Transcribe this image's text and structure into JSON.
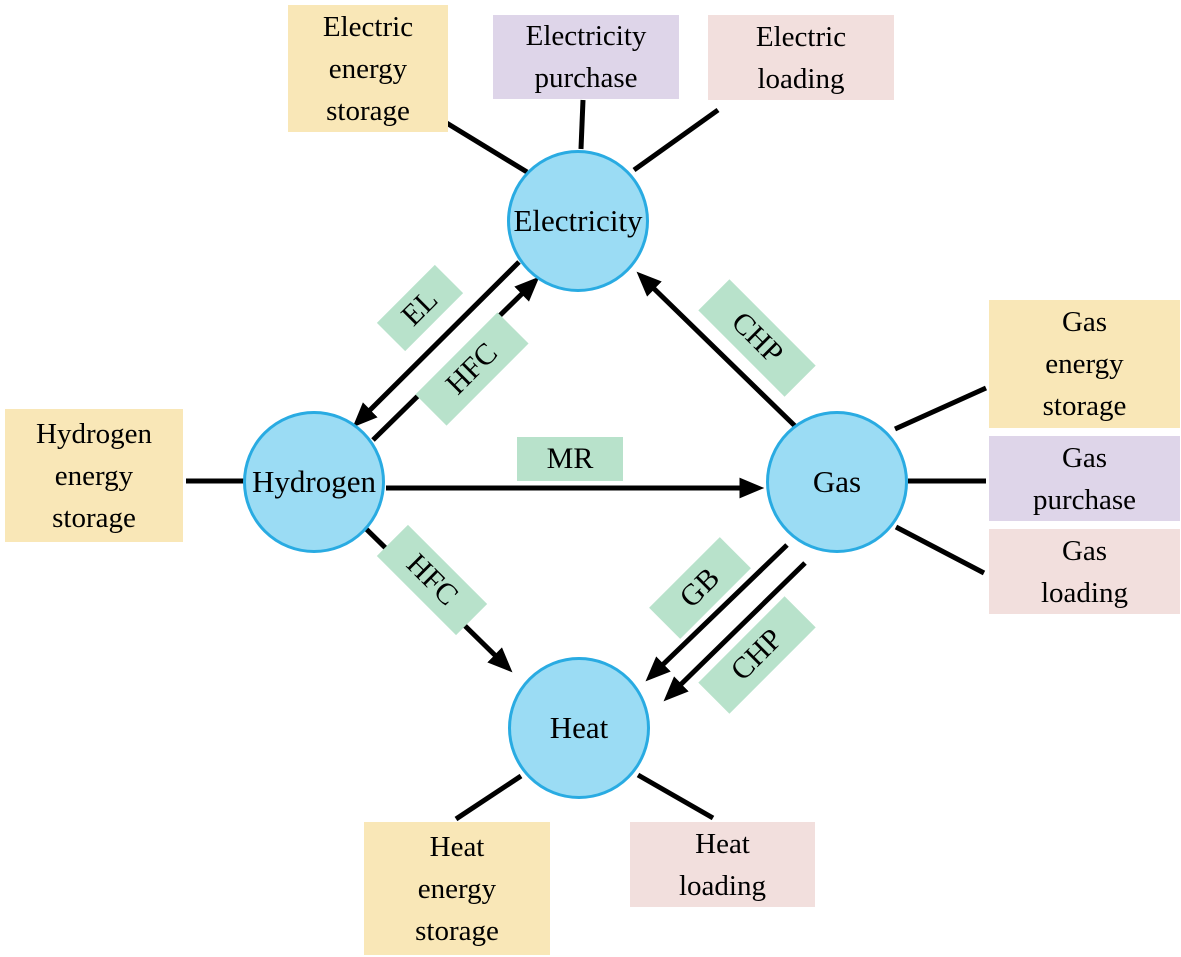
{
  "figure": {
    "type": "energy-hub-diagram",
    "nodes": [
      {
        "id": "electricity",
        "label": "Electricity"
      },
      {
        "id": "hydrogen",
        "label": "Hydrogen"
      },
      {
        "id": "gas",
        "label": "Gas"
      },
      {
        "id": "heat",
        "label": "Heat"
      }
    ],
    "boxes": [
      {
        "id": "electric-energy-storage",
        "role": "storage",
        "label": "Electric energy storage",
        "lines": [
          "Electric",
          "energy",
          "storage"
        ]
      },
      {
        "id": "electricity-purchase",
        "role": "purchase",
        "label": "Electricity purchase",
        "lines": [
          "Electricity",
          "purchase"
        ]
      },
      {
        "id": "electric-loading",
        "role": "loading",
        "label": "Electric loading",
        "lines": [
          "Electric",
          "loading"
        ]
      },
      {
        "id": "hydrogen-energy-storage",
        "role": "storage",
        "label": "Hydrogen energy storage",
        "lines": [
          "Hydrogen",
          "energy",
          "storage"
        ]
      },
      {
        "id": "gas-energy-storage",
        "role": "storage",
        "label": "Gas energy storage",
        "lines": [
          "Gas",
          "energy",
          "storage"
        ]
      },
      {
        "id": "gas-purchase",
        "role": "purchase",
        "label": "Gas purchase",
        "lines": [
          "Gas",
          "purchase"
        ]
      },
      {
        "id": "gas-loading",
        "role": "loading",
        "label": "Gas loading",
        "lines": [
          "Gas",
          "loading"
        ]
      },
      {
        "id": "heat-energy-storage",
        "role": "storage",
        "label": "Heat energy storage",
        "lines": [
          "Heat",
          "energy",
          "storage"
        ]
      },
      {
        "id": "heat-loading",
        "role": "loading",
        "label": "Heat loading",
        "lines": [
          "Heat",
          "loading"
        ]
      }
    ],
    "edges": [
      {
        "id": "el",
        "label": "EL",
        "from": "Electricity",
        "to": "Hydrogen"
      },
      {
        "id": "hfc-electricity",
        "label": "HFC",
        "from": "Hydrogen",
        "to": "Electricity"
      },
      {
        "id": "chp-electricity",
        "label": "CHP",
        "from": "Gas",
        "to": "Electricity"
      },
      {
        "id": "mr",
        "label": "MR",
        "from": "Hydrogen",
        "to": "Gas"
      },
      {
        "id": "hfc-heat",
        "label": "HFC",
        "from": "Hydrogen",
        "to": "Heat"
      },
      {
        "id": "gb",
        "label": "GB",
        "from": "Gas",
        "to": "Heat"
      },
      {
        "id": "chp-heat",
        "label": "CHP",
        "from": "Gas",
        "to": "Heat"
      }
    ],
    "links": [
      {
        "from": "Electric energy storage",
        "to": "Electricity"
      },
      {
        "from": "Electricity purchase",
        "to": "Electricity"
      },
      {
        "from": "Electric loading",
        "to": "Electricity"
      },
      {
        "from": "Hydrogen energy storage",
        "to": "Hydrogen"
      },
      {
        "from": "Gas energy storage",
        "to": "Gas"
      },
      {
        "from": "Gas purchase",
        "to": "Gas"
      },
      {
        "from": "Gas loading",
        "to": "Gas"
      },
      {
        "from": "Heat energy storage",
        "to": "Heat"
      },
      {
        "from": "Heat loading",
        "to": "Heat"
      }
    ],
    "colors": {
      "node-fill": "#9BDCF4",
      "node-border": "#29ABE2",
      "storage-box": "#F9E7B7",
      "purchase-box": "#DED5E9",
      "loading-box": "#F2DFDD",
      "process-label": "#B8E2CB",
      "line": "#000000"
    }
  }
}
